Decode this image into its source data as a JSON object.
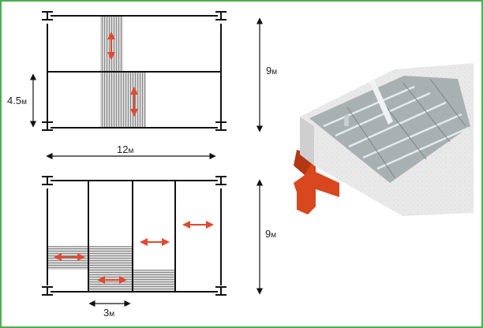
{
  "top_plan": {
    "span_label": "9",
    "span_unit": "м",
    "half_label": "4.5",
    "half_unit": "м",
    "length_label": "12",
    "length_unit": "м"
  },
  "bottom_plan": {
    "span_label": "9",
    "span_unit": "м",
    "panel_width_label": "3",
    "panel_width_unit": "м"
  },
  "colors": {
    "arrow_red": "#e04a2f",
    "beam_red": "#d9471f",
    "border_green": "#4caf50",
    "hatch_grey": "#bdbdbd"
  }
}
